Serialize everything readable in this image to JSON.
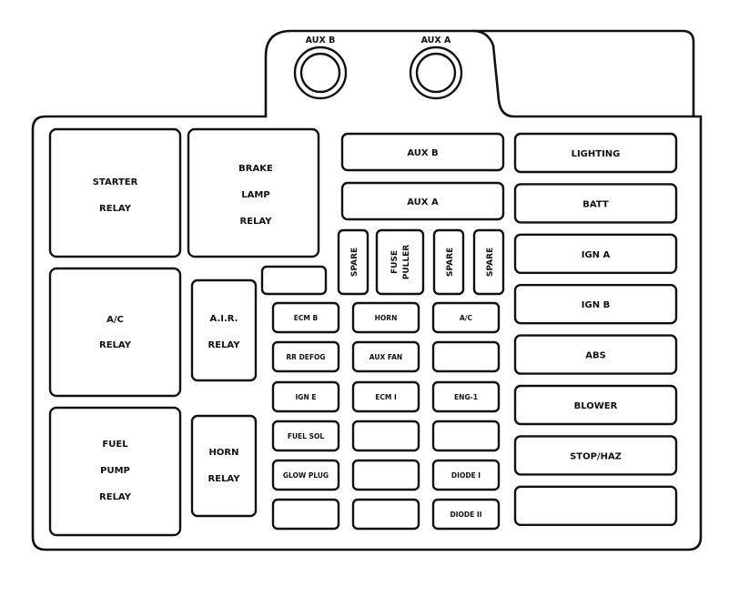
{
  "top_sockets": [
    {
      "label": "AUX B"
    },
    {
      "label": "AUX A"
    }
  ],
  "relays": [
    {
      "key": "starter",
      "lines": [
        "STARTER",
        "RELAY"
      ]
    },
    {
      "key": "brake-lamp",
      "lines": [
        "BRAKE",
        "LAMP",
        "RELAY"
      ]
    },
    {
      "key": "ac",
      "lines": [
        "A/C",
        "RELAY"
      ]
    },
    {
      "key": "air",
      "lines": [
        "A.I.R.",
        "RELAY"
      ]
    },
    {
      "key": "fuel-pump",
      "lines": [
        "FUEL",
        "PUMP",
        "RELAY"
      ]
    },
    {
      "key": "horn",
      "lines": [
        "HORN",
        "RELAY"
      ]
    }
  ],
  "right_fuses": [
    "LIGHTING",
    "BATT",
    "IGN A",
    "IGN B",
    "ABS",
    "BLOWER",
    "STOP/HAZ",
    ""
  ],
  "aux_fuses": [
    "AUX B",
    "AUX A"
  ],
  "vertical_slots": [
    "SPARE",
    "FUSE PULLER",
    "SPARE",
    "SPARE"
  ],
  "small_fuses": [
    [
      "ECM B",
      "HORN",
      "A/C"
    ],
    [
      "RR DEFOG",
      "AUX FAN",
      ""
    ],
    [
      "IGN E",
      "ECM I",
      "ENG-1"
    ],
    [
      "FUEL SOL",
      "",
      ""
    ],
    [
      "GLOW PLUG",
      "",
      "DIODE I"
    ],
    [
      "",
      "",
      "DIODE II"
    ]
  ]
}
